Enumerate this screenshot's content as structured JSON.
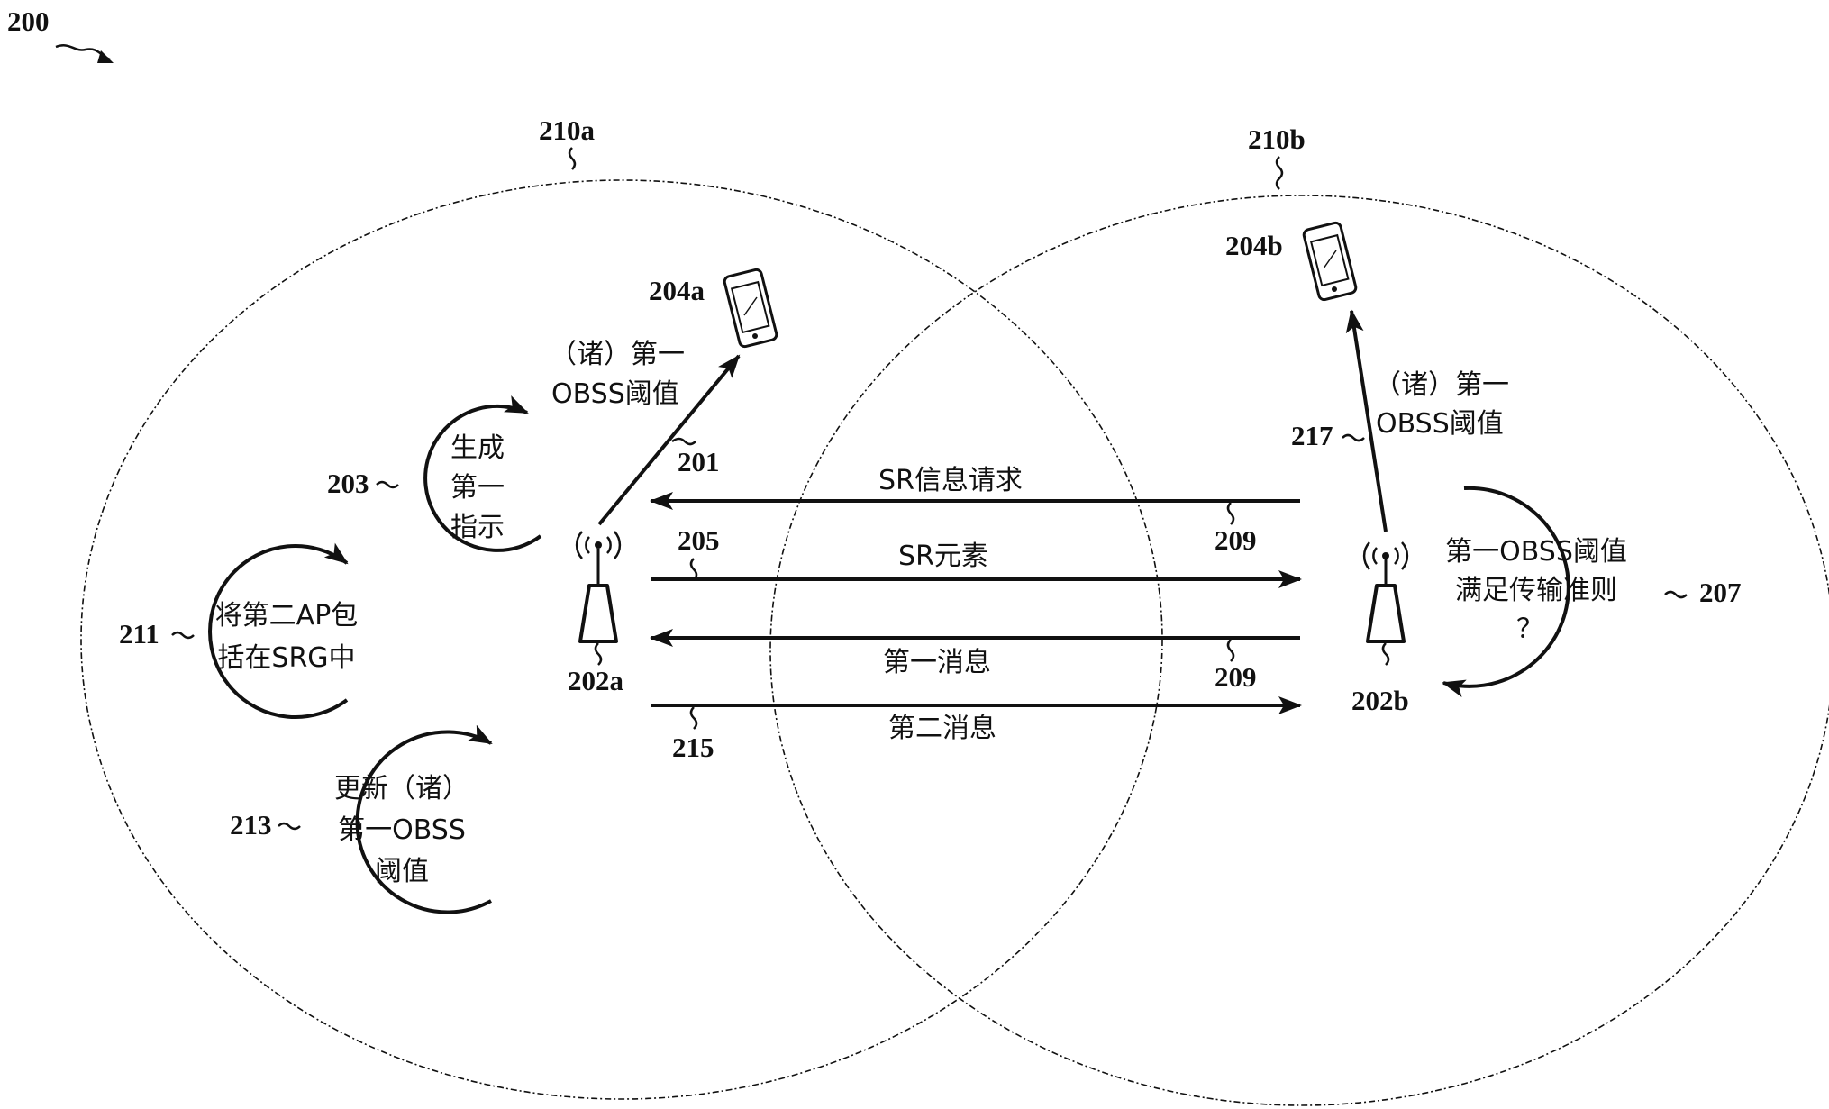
{
  "figure_ref": "200",
  "regions": {
    "left_ref": "210a",
    "right_ref": "210b"
  },
  "devices": {
    "ap_a": "202a",
    "ap_b": "202b",
    "sta_a": "204a",
    "sta_b": "204b"
  },
  "left_links": {
    "ref_201": "201",
    "threshold_line1": "（诸）第一",
    "threshold_line2": "OBSS阈值"
  },
  "right_links": {
    "ref_217": "217",
    "threshold_line1": "（诸）第一",
    "threshold_line2": "OBSS阈值"
  },
  "steps": {
    "s203": {
      "ref": "203",
      "lines": [
        "生成",
        "第一",
        "指示"
      ]
    },
    "s211": {
      "ref": "211",
      "lines": [
        "将第二AP包",
        "括在SRG中"
      ]
    },
    "s213": {
      "ref": "213",
      "lines": [
        "更新（诸）",
        "第一OBSS",
        "阈值"
      ]
    },
    "s207": {
      "ref": "207",
      "lines": [
        "第一OBSS阈值",
        "满足传输准则",
        "？"
      ]
    }
  },
  "messages": {
    "sr_request": "SR信息请求",
    "sr_element": "SR元素",
    "first_message": "第一消息",
    "second_message": "第二消息",
    "ref_205": "205",
    "ref_209a": "209",
    "ref_209b": "209",
    "ref_215": "215"
  }
}
